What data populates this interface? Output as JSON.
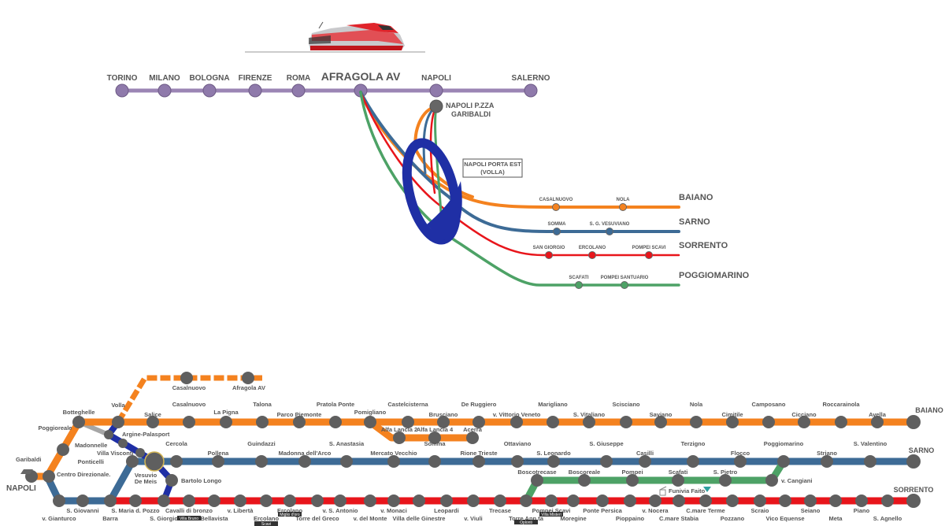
{
  "colors": {
    "av_line": "#9b85b4",
    "av_station": "#8f7aab",
    "baiano": "#f4821f",
    "sarno": "#3d6b96",
    "sorrento": "#e8151b",
    "poggiomarino": "#4da266",
    "porta_est_ring": "#1f2fa5",
    "metro_stop": "#5f5f5f",
    "grey_link": "#a6a6a6",
    "text": "#555555"
  },
  "av": {
    "stations": [
      "TORINO",
      "MILANO",
      "BOLOGNA",
      "FIRENZE",
      "ROMA",
      "AFRAGOLA AV",
      "NAPOLI",
      "SALERNO"
    ],
    "garibaldi_label": [
      "NAPOLI P.ZZA",
      "GARIBALDI"
    ],
    "porta_est_label": [
      "NAPOLI PORTA EST",
      "(VOLLA)"
    ]
  },
  "branches": [
    {
      "name": "BAIANO",
      "stations": [
        "CASALNUOVO",
        "NOLA"
      ]
    },
    {
      "name": "SARNO",
      "stations": [
        "SOMMA",
        "S. G. VESUVIANO"
      ]
    },
    {
      "name": "SORRENTO",
      "stations": [
        "SAN GIORGIO",
        "ERCOLANO",
        "POMPEI SCAVI"
      ]
    },
    {
      "name": "POGGIOMARINO",
      "stations": [
        "SCAFATI",
        "POMPEI SANTUARIO"
      ]
    }
  ],
  "network": {
    "napoli": "NAPOLI",
    "garibaldi": "Garibaldi",
    "centro_direzionale": "Centro Direzionale.",
    "av_extension": [
      "Casalnuovo",
      "Afragola AV"
    ],
    "baiano_line": {
      "terminal": "BAIANO",
      "stations": [
        "Poggioreale",
        "Botteghelle",
        "Volla",
        "Salice",
        "Casalnuovo",
        "La Pigna",
        "Talona",
        "Parco Piemonte",
        "Pratola Ponte",
        "Pomigliano",
        "Castelcisterna",
        "Brusciano",
        "De Ruggiero",
        "v. Vittorio Veneto",
        "Marigliano",
        "S. Vitaliano",
        "Scisciano",
        "Saviano",
        "Nola",
        "Cimitile",
        "Camposano",
        "Cicciano",
        "Roccarainola",
        "Avella"
      ]
    },
    "acerra_branch": [
      "Alfa Lancia 2",
      "Alfa Lancia 4",
      "Acerra"
    ],
    "metro_link": [
      "Madonnelle",
      "Argine-Palasport",
      "Villa Visconti",
      "Vesuvio De Meis",
      "Bartolo Longo"
    ],
    "sarno_line": {
      "terminal": "SARNO",
      "stations": [
        "v. Gianturco",
        "S. Giovanni",
        "Barra",
        "Ponticelli",
        "Cercola",
        "Pollena",
        "Guindazzi",
        "Madonna dell'Arco",
        "S. Anastasia",
        "Mercato Vecchio",
        "Somma",
        "Rione Trieste",
        "Ottaviano",
        "S. Leonardo",
        "S. Giuseppe",
        "Casilli",
        "Terzigno",
        "Flocco",
        "Poggiomarino",
        "Striano",
        "S. Valentino"
      ]
    },
    "poggiomarino_line": {
      "stations": [
        "Boscotrecase",
        "Boscoreale",
        "Pompei",
        "Scafati",
        "S. Pietro",
        "v. Cangiani"
      ]
    },
    "sorrento_line": {
      "terminal": "SORRENTO",
      "stations": [
        "S. Maria d. Pozzo",
        "S. Giorgio",
        "Cavalli di bronzo",
        "Bellavista",
        "v. Libertà",
        "Ercolano",
        "Ercolano",
        "Torre del Greco",
        "v. S. Antonio",
        "v. del Monte",
        "v. Monaci",
        "Villa delle Ginestre",
        "Leopardi",
        "v. Viuli",
        "Trecase",
        "Torre Ann.ta",
        "Pompei Scavi",
        "Moregine",
        "Ponte Persica",
        "Pioppaino",
        "v. Nocera",
        "C.mare Stabia",
        "C.mare Terme",
        "Pozzano",
        "Scraio",
        "Vico Equense",
        "Seiano",
        "Meta",
        "Piano",
        "S. Agnello"
      ],
      "tags": [
        "Villa Bruno",
        "Scavi",
        "Miglio d'oro",
        "Oplonti",
        "Villa Misteri"
      ]
    },
    "funivia": "Funivia Faito"
  }
}
